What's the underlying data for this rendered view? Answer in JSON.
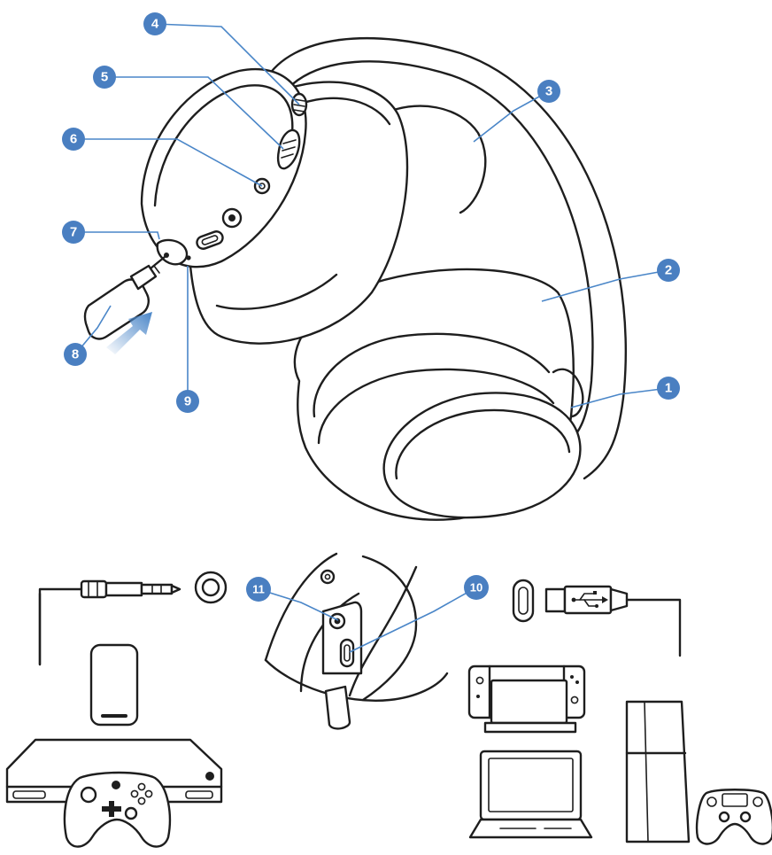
{
  "callouts": [
    {
      "label": "1"
    },
    {
      "label": "2"
    },
    {
      "label": "3"
    },
    {
      "label": "4"
    },
    {
      "label": "5"
    },
    {
      "label": "6"
    },
    {
      "label": "7"
    },
    {
      "label": "8"
    },
    {
      "label": "9"
    },
    {
      "label": "10"
    },
    {
      "label": "11"
    }
  ],
  "colors": {
    "callout": "#4a7fc1",
    "outline": "#1e1e1e"
  },
  "icons": [
    "headset-icon",
    "wireless-dongle-icon",
    "audio-cable-icon",
    "audio-jack-icon",
    "usb-c-port-icon",
    "usb-cable-icon",
    "smartphone-icon",
    "xbox-console-icon",
    "xbox-controller-icon",
    "switch-console-icon",
    "laptop-icon",
    "ps4-console-icon",
    "ps4-controller-icon"
  ]
}
